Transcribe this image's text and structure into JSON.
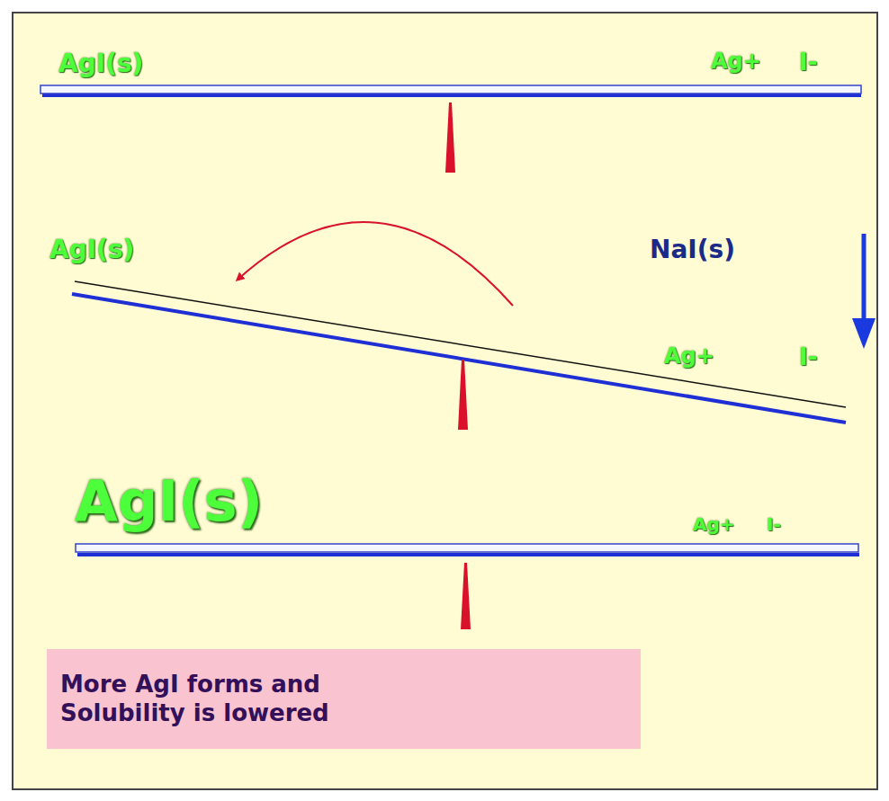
{
  "diagram": {
    "nodes": [
      {
        "text": [
          "More AgI forms and Solubility is lowered"
        ]
      }
    ],
    "labels": [
      "AgI(s)",
      "Ag+",
      "I-",
      "NaI(s)",
      "AgI(s)",
      "Ag+",
      "I-",
      "AgI(s)",
      "Ag+",
      "I-"
    ]
  }
}
